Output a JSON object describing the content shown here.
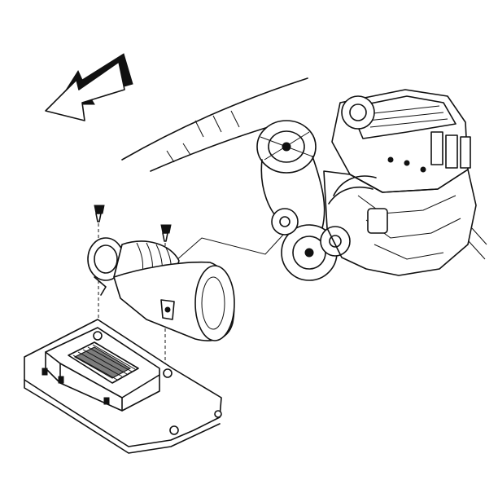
{
  "diagram": {
    "kind": "exploded-view line drawing",
    "labels": [],
    "colors": {
      "ink": "#111111",
      "paper": "#ffffff"
    },
    "parts": [
      {
        "id": "direction-arrow",
        "icon": "arrow-left-icon"
      },
      {
        "id": "engine-block"
      },
      {
        "id": "air-intake-duct"
      },
      {
        "id": "air-cleaner-housing"
      },
      {
        "id": "fastener-left"
      },
      {
        "id": "fastener-right"
      },
      {
        "id": "leader-line"
      },
      {
        "id": "vehicle-body-outline"
      }
    ]
  }
}
